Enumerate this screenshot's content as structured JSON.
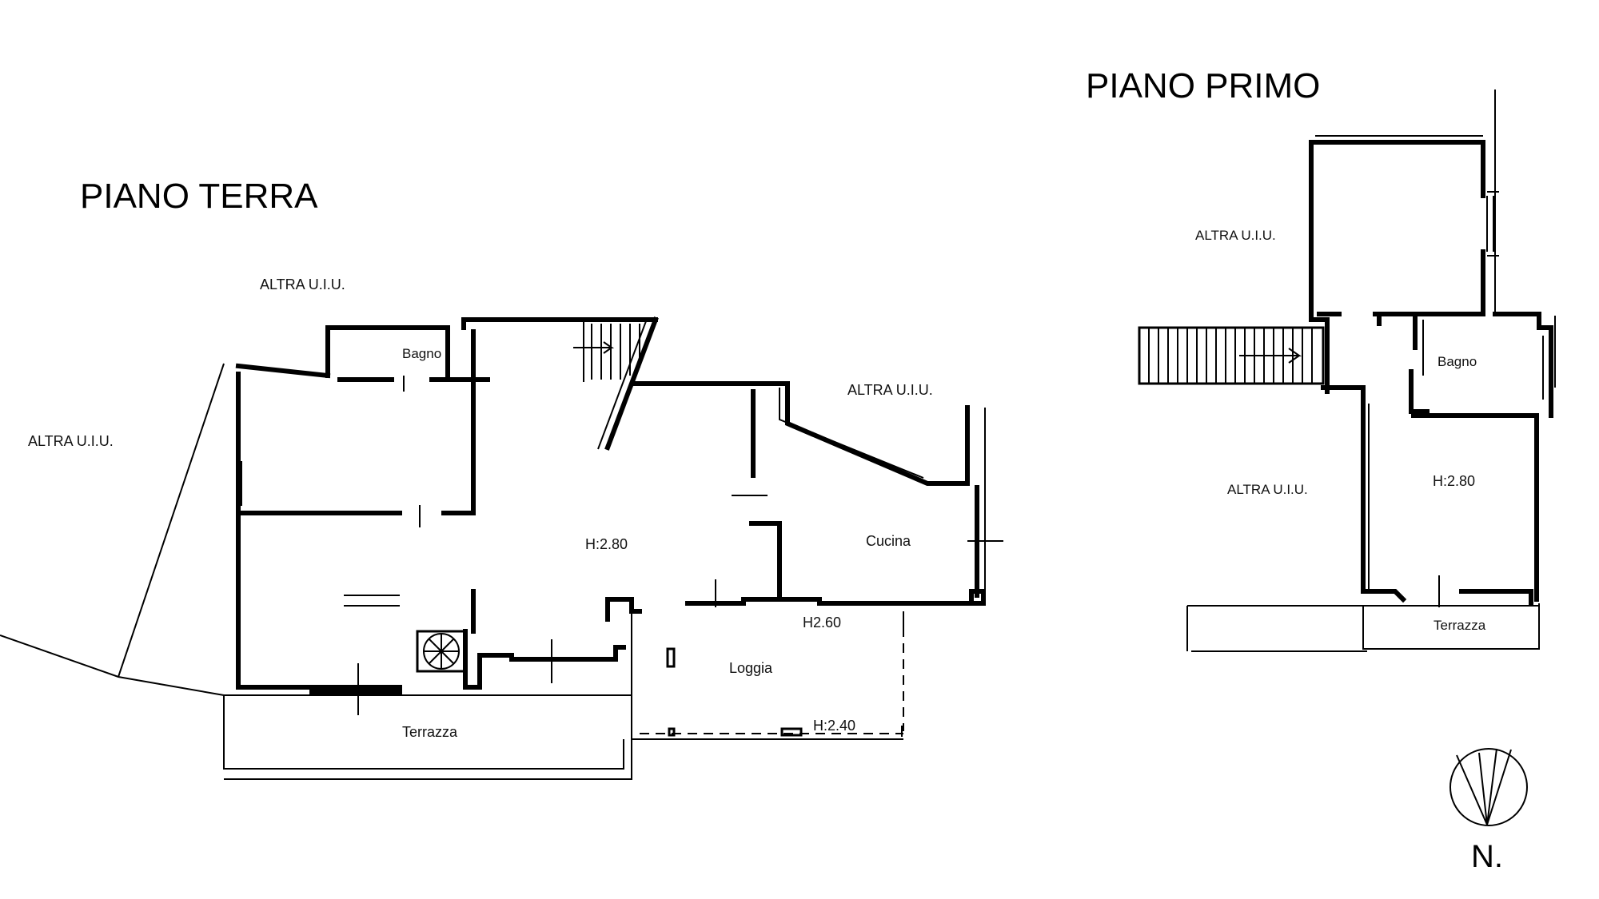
{
  "ground_floor": {
    "title": "PIANO TERRA",
    "labels": {
      "altra_top": "ALTRA U.I.U.",
      "altra_left": "ALTRA U.I.U.",
      "altra_right": "ALTRA U.I.U.",
      "bagno": "Bagno",
      "height_main": "H:2.80",
      "cucina": "Cucina",
      "height_loggia_top": "H2.60",
      "loggia": "Loggia",
      "height_loggia_bottom": "H:2.40",
      "terrazza": "Terrazza"
    }
  },
  "first_floor": {
    "title": "PIANO PRIMO",
    "labels": {
      "altra_top": "ALTRA U.I.U.",
      "altra_mid": "ALTRA U.I.U.",
      "bagno": "Bagno",
      "height": "H:2.80",
      "terrazza": "Terrazza"
    }
  },
  "north": {
    "label": "N."
  }
}
